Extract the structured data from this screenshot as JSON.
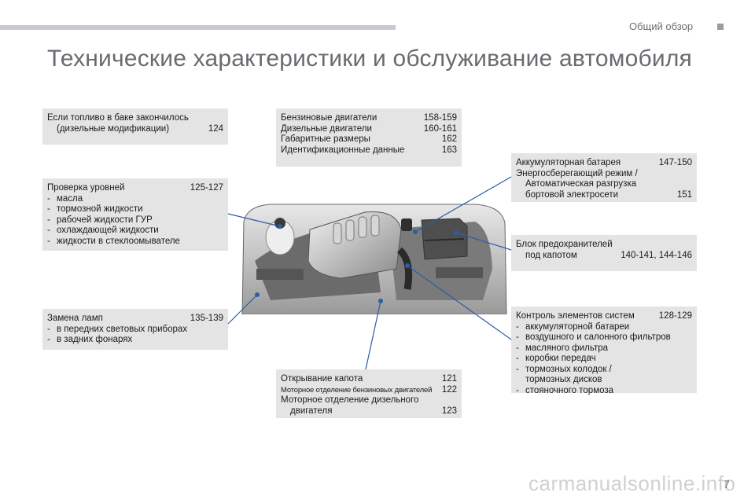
{
  "header": {
    "section": "Общий обзор"
  },
  "title": "Технические характеристики и обслуживание автомобиля",
  "boxes": {
    "fuel": {
      "line1": "Если топливо в баке закончилось",
      "line2": "(дизельные модификации)",
      "page": "124"
    },
    "engines": {
      "rows": [
        {
          "label": "Бензиновые двигатели",
          "page": "158-159"
        },
        {
          "label": "Дизельные двигатели",
          "page": "160-161"
        },
        {
          "label": "Габаритные размеры",
          "page": "162"
        },
        {
          "label": "Идентификационные данные",
          "page": "163"
        }
      ]
    },
    "levels": {
      "label": "Проверка уровней",
      "page": "125-127",
      "items": [
        "масла",
        "тормозной жидкости",
        "рабочей жидкости ГУР",
        "охлаждающей жидкости",
        "жидкости в стеклоомывателе"
      ]
    },
    "battery": {
      "label": "Аккумуляторная батарея",
      "page": "147-150",
      "line2": "Энергосберегающий режим /",
      "line3": "Автоматическая разгрузка",
      "line4": "бортовой электросети",
      "page2": "151"
    },
    "fuses": {
      "line1": "Блок предохранителей",
      "line2": "под капотом",
      "page": "140-141, 144-146"
    },
    "lamps": {
      "label": "Замена ламп",
      "page": "135-139",
      "items": [
        "в передних световых приборах",
        "в задних фонарях"
      ]
    },
    "systems": {
      "label": "Контроль элементов систем",
      "page": "128-129",
      "items": [
        {
          "l1": "аккумуляторной батареи"
        },
        {
          "l1": "воздушного и салонного фильтров"
        },
        {
          "l1": "масляного фильтра"
        },
        {
          "l1": "коробки передач"
        },
        {
          "l1": "тормозных колодок /",
          "l2": "тормозных дисков"
        },
        {
          "l1": "стояночного тормоза"
        }
      ]
    },
    "bonnet": {
      "row1": {
        "label": "Открывание капота",
        "page": "121"
      },
      "row2": {
        "label": "Моторное отделение бензиновых двигателей",
        "page": "122"
      },
      "row3": {
        "label": "Моторное отделение дизельного",
        "label2": "двигателя",
        "page": "123"
      }
    }
  },
  "footer": {
    "page_number": "7",
    "watermark": "carmanualsonline.info"
  },
  "colors": {
    "box_bg": "#e4e4e4",
    "leader_line": "#2d5ca8",
    "title": "#6a6a70"
  }
}
